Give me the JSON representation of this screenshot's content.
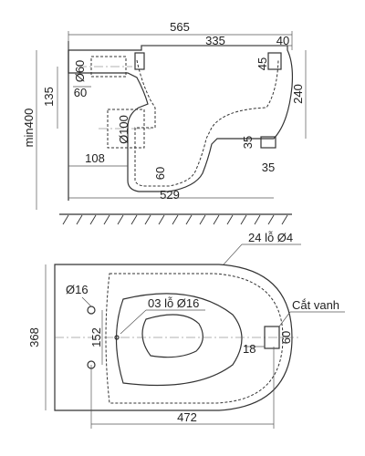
{
  "side_view": {
    "dim_overall_length": "565",
    "dim_mount_to_inlet": "335",
    "dim_inlet_offset": "40",
    "dim_inlet_height": "45",
    "dim_pipe_dia_60": "Ø60",
    "dim_pipe_offset_60": "60",
    "dim_height_135": "135",
    "dim_outlet_dia_100": "Ø100",
    "dim_outlet_depth_108": "108",
    "dim_total_height_min400": "min400",
    "dim_height_240": "240",
    "dim_bracket_35a": "35",
    "dim_bracket_35b": "35",
    "dim_foot_60": "60",
    "dim_base_529": "529"
  },
  "top_view": {
    "dim_width_368": "368",
    "dim_holes_label": "24 lỗ Ø4",
    "dim_bolt_dia": "Ø16",
    "dim_bolt_spacing": "152",
    "dim_holes_16_label": "03 lỗ Ø16",
    "cut_label": "Cắt vanh",
    "dim_cut_18": "18",
    "dim_cut_60": "60",
    "dim_length_472": "472"
  }
}
